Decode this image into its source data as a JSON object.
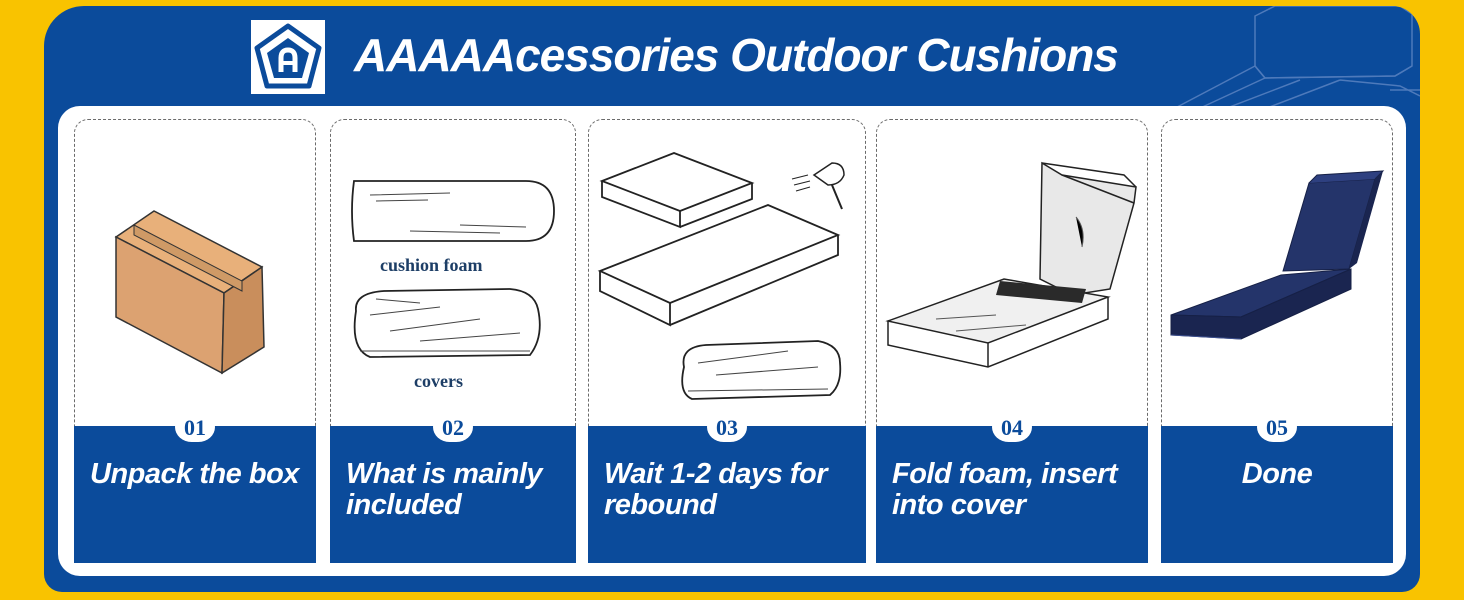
{
  "header": {
    "title": "AAAAAcessories Outdoor Cushions",
    "logo_letter": "A"
  },
  "colors": {
    "brand_blue": "#0b4b9b",
    "background_yellow": "#f9c300",
    "navy_cushion": "#1f2d5c"
  },
  "steps": [
    {
      "number": "01",
      "label": "Unpack the box",
      "icon": "cardboard-box-icon"
    },
    {
      "number": "02",
      "label": "What is mainly included",
      "icon": "foam-and-covers-icon",
      "captions": [
        "cushion foam",
        "covers"
      ]
    },
    {
      "number": "03",
      "label": "Wait 1-2 days for rebound",
      "icon": "foam-rebound-icon"
    },
    {
      "number": "04",
      "label": "Fold foam, insert into cover",
      "icon": "folded-cushion-icon"
    },
    {
      "number": "05",
      "label": "Done",
      "icon": "finished-cushion-icon"
    }
  ]
}
